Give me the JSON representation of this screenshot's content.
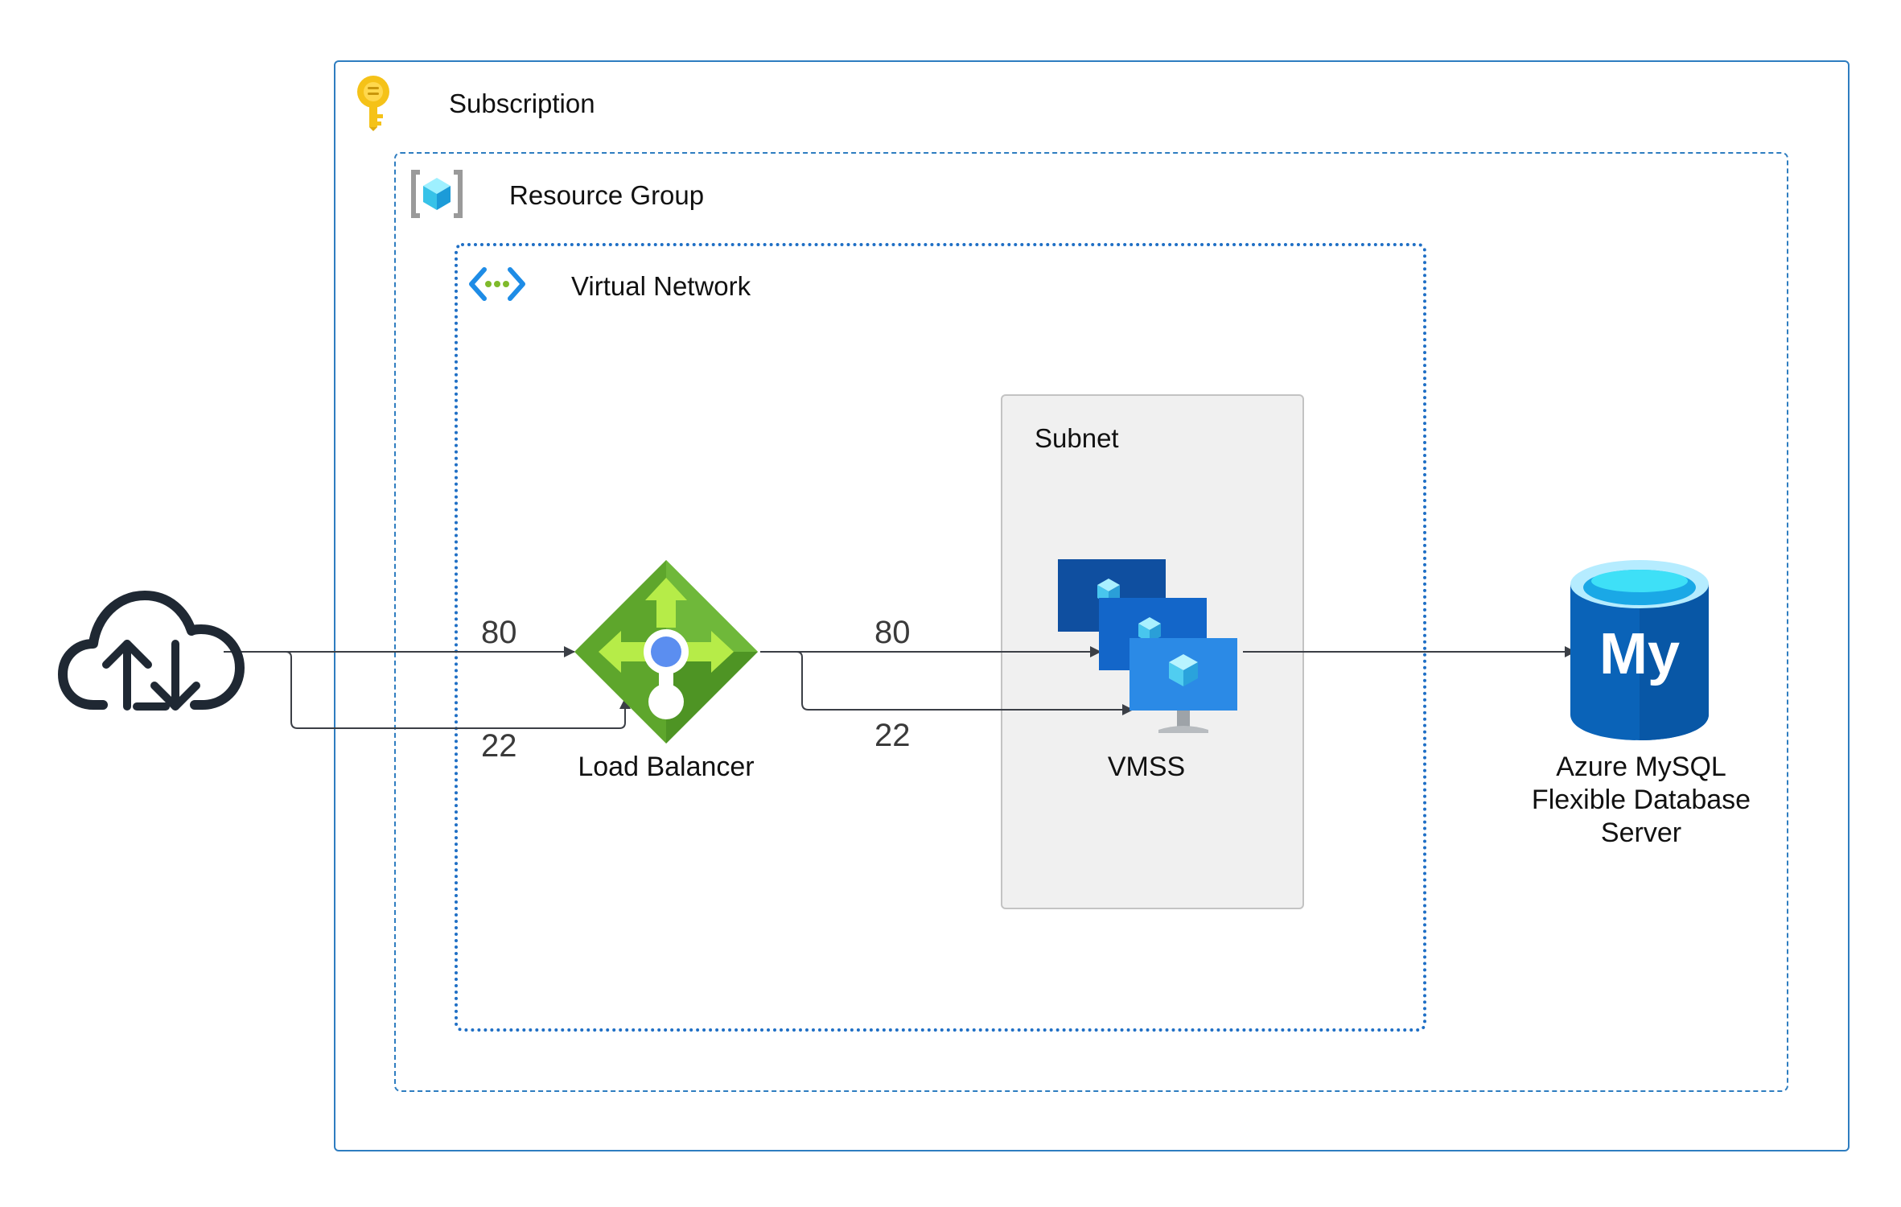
{
  "containers": {
    "subscription": {
      "label": "Subscription",
      "icon": "key-icon"
    },
    "resource_group": {
      "label": "Resource Group",
      "icon": "resource-group-icon"
    },
    "virtual_network": {
      "label": "Virtual Network",
      "icon": "virtual-network-icon"
    },
    "subnet": {
      "label": "Subnet"
    }
  },
  "nodes": {
    "internet": {
      "icon": "cloud-upload-download-icon"
    },
    "load_balancer": {
      "label": "Load Balancer",
      "icon": "load-balancer-icon"
    },
    "vmss": {
      "label": "VMSS",
      "icon": "vmss-icon"
    },
    "mysql": {
      "line1": "Azure MySQL",
      "line2": "Flexible Database",
      "line3": "Server",
      "icon_text": "My",
      "icon": "mysql-database-icon"
    }
  },
  "edges": {
    "internet_lb_port_http": "80",
    "internet_lb_port_ssh": "22",
    "lb_vmss_port_http": "80",
    "lb_vmss_port_ssh": "22"
  },
  "colors": {
    "container_border": "#2e7dc0",
    "vnet_border": "#1f6fc5",
    "subnet_fill": "#f0f0f0",
    "arrow": "#3b3f46",
    "lb_green": "#5ea62c",
    "vm_blue": "#0f67c2",
    "mysql_blue": "#0a63b8",
    "key_yellow": "#f5c218"
  }
}
